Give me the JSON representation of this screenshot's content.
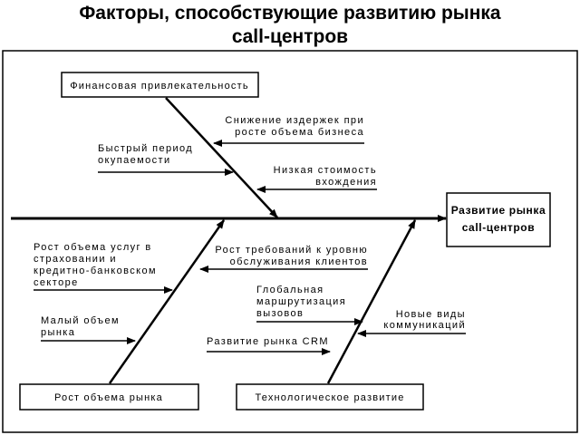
{
  "title": {
    "line1": "Факторы, способствующие развитию рынка",
    "line2": "call-центров"
  },
  "result": {
    "line1": "Развитие рынка",
    "line2": "call-центров"
  },
  "categories": {
    "financial": "Финансовая привлекательность",
    "market_growth": "Рост объема рынка",
    "tech": "Технологическое развитие"
  },
  "factors": {
    "cost_reduction": [
      "Снижение издержек при",
      "росте объема бизнеса"
    ],
    "payback": [
      "Быстрый период",
      "окупаемости"
    ],
    "low_entry": [
      "Низкая стоимость",
      "вхождения"
    ],
    "insurance_growth": [
      "Рост объема услуг в",
      "страховании и",
      "кредитно-банковском",
      "секторе"
    ],
    "service_requirements": [
      "Рост требований к уровню",
      "обслуживания клиентов"
    ],
    "small_market": [
      "Малый объем",
      "рынка"
    ],
    "global_routing": [
      "Глобальная",
      "маршрутизация",
      "вызовов"
    ],
    "new_comm": [
      "Новые виды",
      "коммуникаций"
    ],
    "crm_market": [
      "Развитие рынка CRM"
    ]
  }
}
